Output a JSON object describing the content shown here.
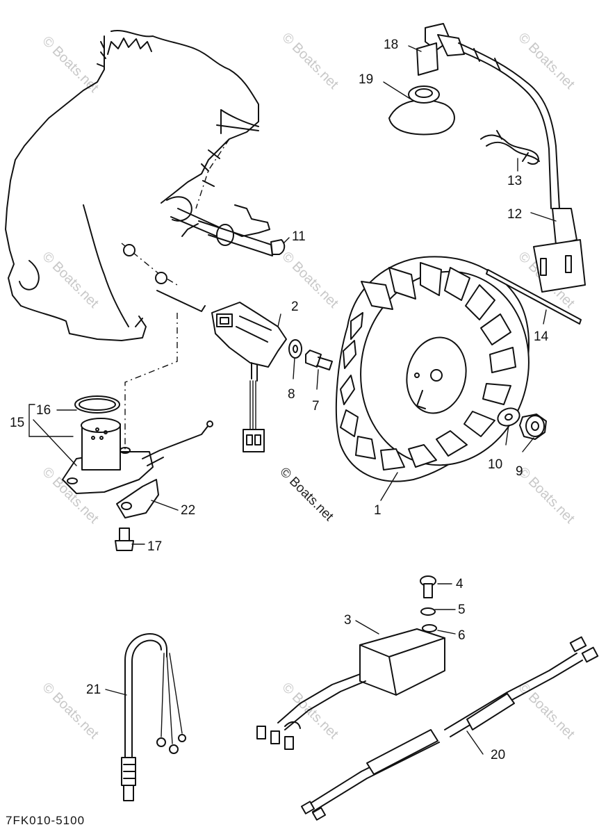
{
  "diagram": {
    "callouts": [
      {
        "id": "1",
        "label": "1"
      },
      {
        "id": "2",
        "label": "2"
      },
      {
        "id": "3",
        "label": "3"
      },
      {
        "id": "4",
        "label": "4"
      },
      {
        "id": "5",
        "label": "5"
      },
      {
        "id": "6",
        "label": "6"
      },
      {
        "id": "7",
        "label": "7"
      },
      {
        "id": "8",
        "label": "8"
      },
      {
        "id": "9",
        "label": "9"
      },
      {
        "id": "10",
        "label": "10"
      },
      {
        "id": "11",
        "label": "11"
      },
      {
        "id": "12",
        "label": "12"
      },
      {
        "id": "13",
        "label": "13"
      },
      {
        "id": "14",
        "label": "14"
      },
      {
        "id": "15",
        "label": "15"
      },
      {
        "id": "16",
        "label": "16"
      },
      {
        "id": "17",
        "label": "17"
      },
      {
        "id": "18",
        "label": "18"
      },
      {
        "id": "19",
        "label": "19"
      },
      {
        "id": "20",
        "label": "20"
      },
      {
        "id": "21",
        "label": "21"
      },
      {
        "id": "22",
        "label": "22"
      }
    ],
    "diagram_code": "7FK010-5100",
    "watermark_center": "© Boats.net",
    "watermark_faint": "© Boats.net"
  }
}
